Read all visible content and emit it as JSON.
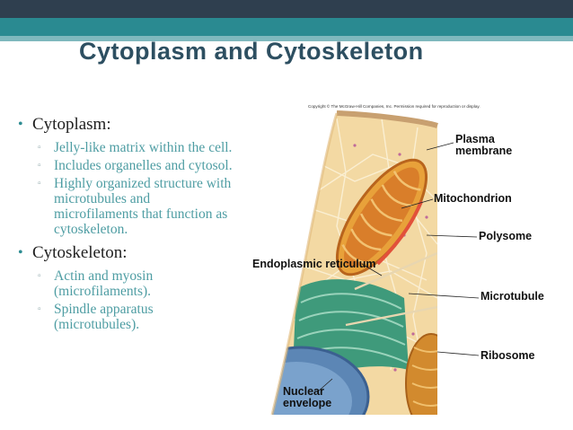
{
  "slide": {
    "title": "Cytoplasm and Cytoskeleton",
    "bullets": [
      {
        "text": "Cytoplasm:",
        "sub": [
          "Jelly-like matrix within the cell.",
          "Includes organelles and cytosol.",
          "Highly organized structure with microtubules and microfilaments that function as cytoskeleton."
        ]
      },
      {
        "text": "Cytoskeleton:",
        "sub": [
          "Actin and myosin (microfilaments).",
          "Spindle apparatus (microtubules)."
        ]
      }
    ]
  },
  "figure": {
    "copyright": "Copyright © The McGraw-Hill Companies, Inc. Permission required for reproduction or display.",
    "labels": {
      "plasma_membrane": "Plasma membrane",
      "mitochondrion": "Mitochondrion",
      "polysome": "Polysome",
      "endoplasmic_reticulum": "Endoplasmic reticulum",
      "microtubule": "Microtubule",
      "ribosome": "Ribosome",
      "nuclear_envelope": "Nuclear envelope"
    }
  },
  "colors": {
    "topbar_dark": "#2f3f4f",
    "topbar_teal": "#2a8a91",
    "title": "#2d4f61",
    "bullet_l1": "#2e8c92",
    "sub_text": "#4e9da3"
  }
}
